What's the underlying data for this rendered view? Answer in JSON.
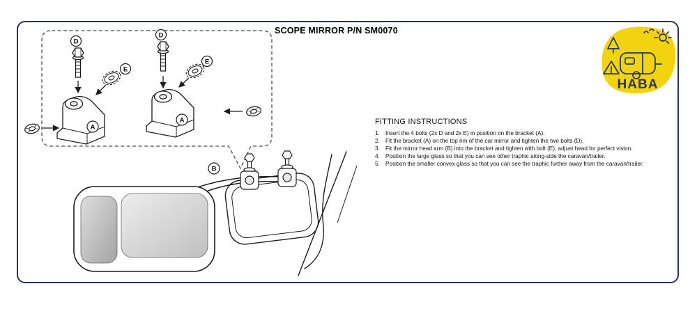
{
  "header": {
    "title": "SCOPE MIRROR P/N SM0070"
  },
  "logo": {
    "brand": "HABA"
  },
  "instructions": {
    "heading": "FITTING INSTRUCTIONS",
    "steps": [
      {
        "num": "1.",
        "text": "Insert the 4 bolts (2x D and 2x E) in position on the bracket (A)."
      },
      {
        "num": "2.",
        "text": "Fit the bracket (A) on the top rim of the car mirror and tighten the two bolts (D)."
      },
      {
        "num": "3.",
        "text": "Fit the mirror head arm (B) into the bracket and tighten with bolt (E), adjust head for perfect vision."
      },
      {
        "num": "4.",
        "text": "Position the large glass so that you can see other traphic along-side the caravan/trailer."
      },
      {
        "num": "5.",
        "text": "Position the smaller convex glass so that you can see the traphic further away from the caravan/trailer."
      }
    ]
  },
  "diagram": {
    "labels": {
      "bolt": "D",
      "lock_washer": "E",
      "bracket": "A",
      "arm": "B"
    }
  },
  "colors": {
    "border": "#243462",
    "logo_yellow": "#f2d30f",
    "logo_navy": "#243462",
    "ink": "#1c1c1c"
  }
}
